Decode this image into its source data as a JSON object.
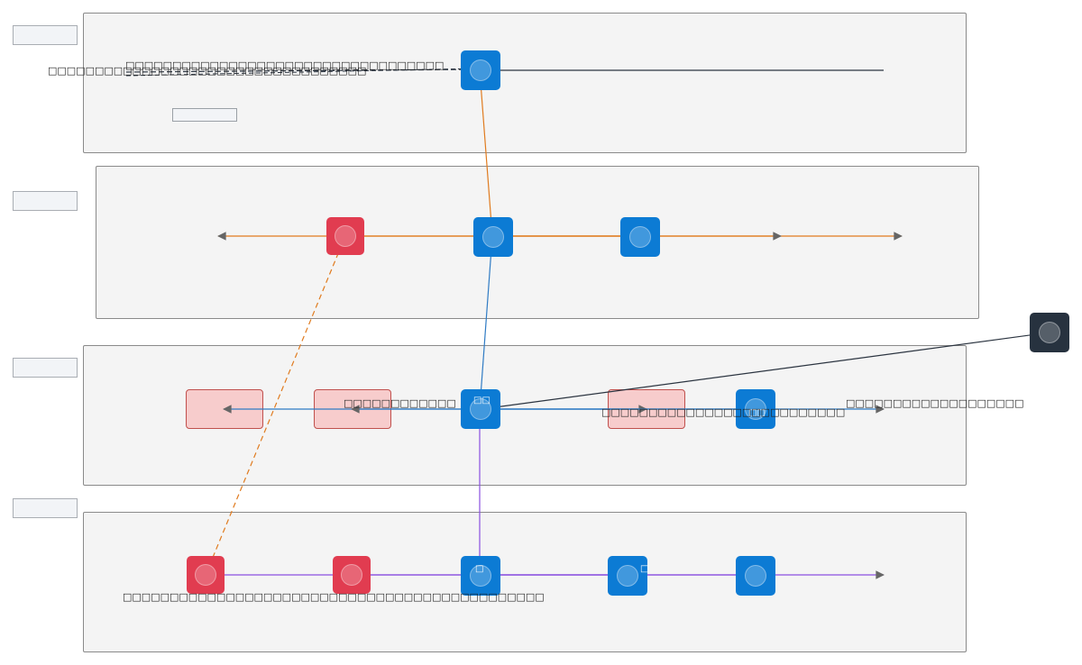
{
  "diagram": {
    "lanes": [
      {
        "id": "lane-1",
        "label": ""
      },
      {
        "id": "lane-2",
        "label": ""
      },
      {
        "id": "lane-3",
        "label": ""
      },
      {
        "id": "lane-4",
        "label": ""
      }
    ],
    "labels": {
      "lane1_top": "□□□□□□□□□□□□□□□□□□□□□□□□□□□□□□□□□□",
      "lane1_left": "□□□□□□□□□□□□□□□□□□□□□□□□□□□□□□□□□□",
      "lane3_a": "□□□□□□□□□□□□",
      "lane3_b": "□□□□□□□□□□□□□□□□□□□",
      "lane3_c": "□□□□□□□□□□□□□□□□□□□□□□□□□□",
      "lane4_bottom": "□□□□□□□□□□□□□□□□□□□□□□□□□□□□□□□□□□□□□□□□□□□□□",
      "node_tag_l3": "□",
      "node_tag_l3b": "□□",
      "node_tag_l4": "□",
      "node_tag_l4b": "□"
    },
    "colors": {
      "blue_node": "#0c7bd4",
      "red_node": "#e13c50",
      "dark_node": "#27323f",
      "edge_orange": "#e07b1f",
      "edge_blue": "#2f7bc4",
      "edge_purple": "#8a4fe0",
      "edge_dark": "#2b3440",
      "arrow_grey": "#666666"
    }
  }
}
